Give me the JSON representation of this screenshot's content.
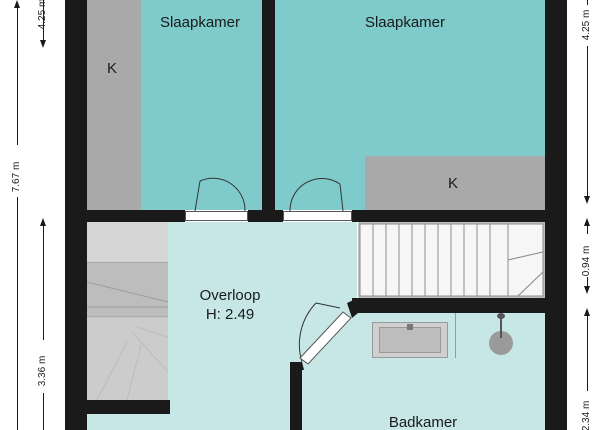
{
  "rooms": {
    "bedroom_left": "Slaapkamer",
    "bedroom_right": "Slaapkamer",
    "cupboard_left": "K",
    "cupboard_right": "K",
    "landing": "Overloop",
    "landing_height": "H: 2.49",
    "bathroom": "Badkamer"
  },
  "dimensions": {
    "left_top": "4.25 m",
    "left_total": "7.67 m",
    "left_bottom": "3.36 m",
    "right_top": "4.25 m",
    "right_middle": "0.94 m",
    "right_bottom": "2.34 m"
  },
  "colors": {
    "bedroom": "#7fcaca",
    "landing": "#c6e7e6",
    "cupboard": "#a9a9a9",
    "wall": "#1a1a1a",
    "stair": "#bdbdbd"
  }
}
